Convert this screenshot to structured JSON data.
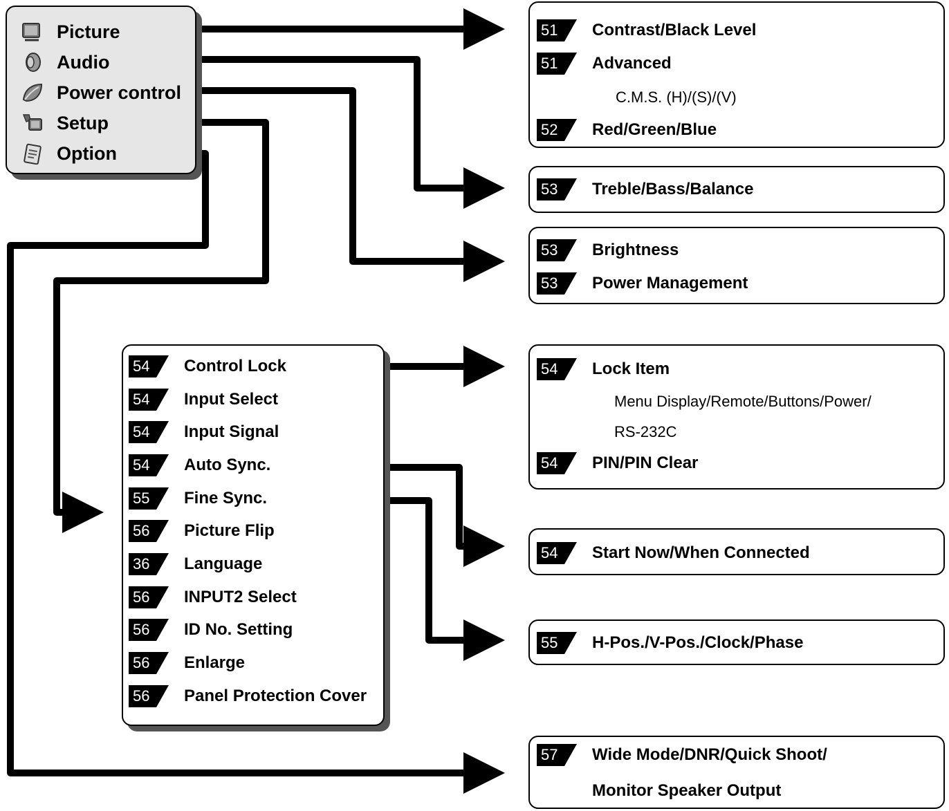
{
  "menu": {
    "items": [
      {
        "label": "Picture",
        "icon": "picture-icon"
      },
      {
        "label": "Audio",
        "icon": "speaker-icon"
      },
      {
        "label": "Power control",
        "icon": "leaf-icon"
      },
      {
        "label": "Setup",
        "icon": "setup-icon"
      },
      {
        "label": "Option",
        "icon": "notepad-icon"
      }
    ]
  },
  "setup_box": {
    "items": [
      {
        "page": "54",
        "label": "Control Lock"
      },
      {
        "page": "54",
        "label": "Input Select"
      },
      {
        "page": "54",
        "label": "Input Signal"
      },
      {
        "page": "54",
        "label": "Auto Sync."
      },
      {
        "page": "55",
        "label": "Fine Sync."
      },
      {
        "page": "56",
        "label": "Picture Flip"
      },
      {
        "page": "36",
        "label": "Language"
      },
      {
        "page": "56",
        "label": "INPUT2 Select"
      },
      {
        "page": "56",
        "label": "ID No. Setting"
      },
      {
        "page": "56",
        "label": "Enlarge"
      },
      {
        "page": "56",
        "label": "Panel Protection Cover"
      }
    ]
  },
  "picture_box": {
    "items": [
      {
        "page": "51",
        "label": "Contrast/Black Level"
      },
      {
        "page": "51",
        "label": "Advanced"
      },
      {
        "page": "52",
        "label": "Red/Green/Blue"
      }
    ],
    "sub": "C.M.S. (H)/(S)/(V)"
  },
  "audio_box": {
    "items": [
      {
        "page": "53",
        "label": "Treble/Bass/Balance"
      }
    ]
  },
  "power_box": {
    "items": [
      {
        "page": "53",
        "label": "Brightness"
      },
      {
        "page": "53",
        "label": "Power Management"
      }
    ]
  },
  "lock_box": {
    "items": [
      {
        "page": "54",
        "label": "Lock Item"
      },
      {
        "page": "54",
        "label": "PIN/PIN Clear"
      }
    ],
    "sub1": "Menu Display/Remote/Buttons/Power/",
    "sub2": "RS-232C"
  },
  "autosync_box": {
    "items": [
      {
        "page": "54",
        "label": "Start Now/When Connected"
      }
    ]
  },
  "finesync_box": {
    "items": [
      {
        "page": "55",
        "label": "H-Pos./V-Pos./Clock/Phase"
      }
    ]
  },
  "option_box": {
    "items": [
      {
        "page": "57",
        "label": "Wide Mode/DNR/Quick Shoot/"
      }
    ],
    "line2": "Monitor Speaker Output"
  }
}
